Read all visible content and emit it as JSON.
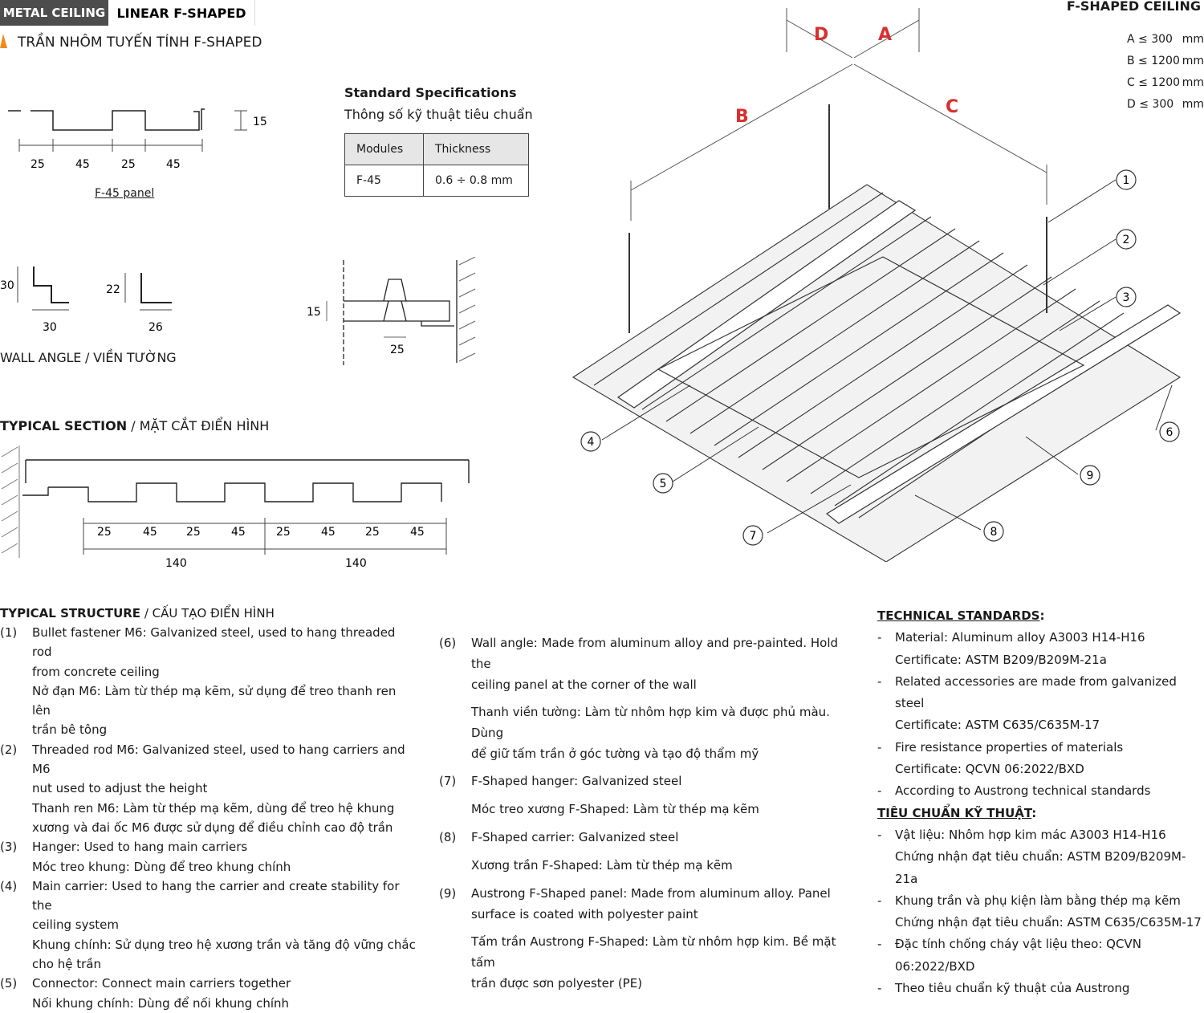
{
  "header": {
    "tag_primary": "METAL CEILING",
    "tag_secondary": "LINEAR F-SHAPED",
    "subtitle": "TRẦN NHÔM TUYẾN TÍNH F-SHAPED",
    "right_title": "F-SHAPED CEILING"
  },
  "limits": [
    {
      "label": "A ≤ 300",
      "unit": "mm"
    },
    {
      "label": "B ≤ 1200",
      "unit": "mm"
    },
    {
      "label": "C ≤ 1200",
      "unit": "mm"
    },
    {
      "label": "D ≤ 300",
      "unit": "mm"
    }
  ],
  "panel_profile": {
    "dims": [
      "25",
      "45",
      "25",
      "45"
    ],
    "height": "15",
    "caption": "F-45 panel"
  },
  "specs": {
    "title": "Standard Specifications",
    "subtitle": "Thông số kỹ thuật tiêu chuẩn",
    "headers": [
      "Modules",
      "Thickness"
    ],
    "rows": [
      [
        "F-45",
        "0.6 ÷ 0.8 mm"
      ]
    ]
  },
  "wall_angle": {
    "a_height": "30",
    "a_width": "30",
    "b_height": "22",
    "b_width": "26",
    "detail_height": "15",
    "detail_width": "25",
    "caption": "WALL ANGLE / VIỀN TƯỜNG"
  },
  "section": {
    "title_bold": "TYPICAL SECTION",
    "title_rest": " / MẶT CẮT ĐIỂN HÌNH",
    "dims": [
      "25",
      "45",
      "25",
      "45",
      "25",
      "45",
      "25",
      "45"
    ],
    "totals": [
      "140",
      "140"
    ]
  },
  "iso_labels": [
    "D",
    "A",
    "B",
    "C"
  ],
  "callouts": [
    "1",
    "2",
    "3",
    "4",
    "5",
    "6",
    "7",
    "8",
    "9"
  ],
  "structure": {
    "title_bold": "TYPICAL STRUCTURE",
    "title_rest": " / CẤU TẠO ĐIỂN HÌNH",
    "items_left": [
      {
        "num": "(1)",
        "lines": [
          "Bullet fastener M6: Galvanized steel, used to hang threaded rod",
          "from concrete ceiling",
          "Nở đạn M6: Làm từ thép mạ kẽm, sử dụng để treo thanh ren lên",
          "trần bê tông"
        ]
      },
      {
        "num": "(2)",
        "lines": [
          "Threaded rod M6: Galvanized steel, used to hang carriers and M6",
          "nut used to adjust the height",
          "Thanh ren M6: Làm từ thép mạ kẽm, dùng để treo hệ khung",
          "xương và đai ốc M6 được sử dụng để điều chỉnh cao độ trần"
        ]
      },
      {
        "num": "(3)",
        "lines": [
          "Hanger: Used to hang main carriers",
          "Móc treo khung: Dùng để treo khung chính"
        ]
      },
      {
        "num": "(4)",
        "lines": [
          "Main carrier: Used to hang the carrier and create stability for the",
          "ceiling system",
          "Khung chính: Sử dụng treo hệ xương trần và tăng độ vững chắc",
          "cho hệ trần"
        ]
      },
      {
        "num": "(5)",
        "lines": [
          "Connector: Connect main carriers together",
          "Nối khung chính: Dùng để nối khung chính"
        ]
      }
    ],
    "items_right": [
      {
        "num": "(6)",
        "lines": [
          "Wall angle: Made from aluminum alloy and pre-painted. Hold the",
          "ceiling panel at the corner of the wall"
        ],
        "lines_vi": [
          "Thanh viền tường: Làm từ nhôm hợp kim và được phủ màu. Dùng",
          "để giữ tấm trần ở góc tường và tạo độ thẩm mỹ"
        ]
      },
      {
        "num": "(7)",
        "lines": [
          "F-Shaped hanger: Galvanized steel"
        ],
        "lines_vi": [
          "Móc treo xương F-Shaped: Làm từ thép mạ kẽm"
        ]
      },
      {
        "num": "(8)",
        "lines": [
          "F-Shaped carrier: Galvanized steel"
        ],
        "lines_vi": [
          "Xương trần F-Shaped: Làm từ thép mạ kẽm"
        ]
      },
      {
        "num": "(9)",
        "lines": [
          "Austrong F-Shaped panel: Made from aluminum alloy. Panel",
          "surface is coated with polyester paint"
        ],
        "lines_vi": [
          "Tấm trần Austrong F-Shaped: Làm từ nhôm hợp kim. Bề mặt tấm",
          "trần được sơn polyester (PE)"
        ]
      }
    ]
  },
  "standards": {
    "title_en": "TECHNICAL STANDARDS",
    "items_en": [
      [
        "Material: Aluminum alloy A3003 H14-H16",
        "Certificate: ASTM B209/B209M-21a"
      ],
      [
        "Related accessories are made from galvanized steel",
        "Certificate: ASTM C635/C635M-17"
      ],
      [
        "Fire resistance properties of materials",
        "Certificate: QCVN 06:2022/BXD"
      ],
      [
        "According to Austrong technical standards"
      ]
    ],
    "title_vi": "TIÊU CHUẨN KỸ THUẬT",
    "items_vi": [
      [
        "Vật liệu: Nhôm hợp kim mác A3003 H14-H16",
        "Chứng nhận đạt tiêu chuẩn: ASTM B209/B209M-21a"
      ],
      [
        "Khung trần và phụ kiện làm bằng thép mạ kẽm",
        "Chứng nhận đạt tiêu chuẩn: ASTM C635/C635M-17"
      ],
      [
        "Đặc tính chống cháy vật liệu theo: QCVN 06:2022/BXD"
      ],
      [
        "Theo tiêu chuẩn kỹ thuật của Austrong"
      ]
    ]
  }
}
